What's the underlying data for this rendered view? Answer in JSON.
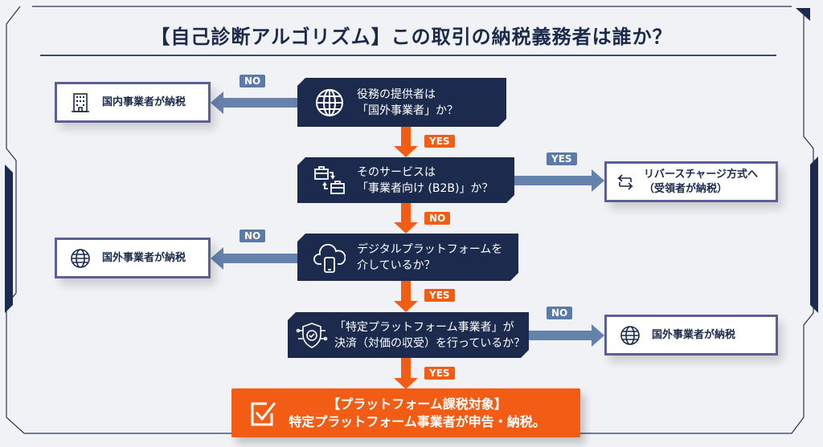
{
  "title": "【自己診断アルゴリズム】この取引の納税義務者は誰か？",
  "questions": [
    {
      "line1": "役務の提供者は",
      "line2": "「国外事業者」か？",
      "icon": "globe-icon"
    },
    {
      "line1": "そのサービスは",
      "line2": "「事業者向け (B2B)」か？",
      "icon": "briefcase-exchange-icon"
    },
    {
      "line1": "デジタルプラットフォームを",
      "line2": "介しているか？",
      "icon": "cloud-phone-icon"
    },
    {
      "line1": "「特定プラットフォーム事業者」が",
      "line2": "決済（対価の収受）を行っているか？",
      "icon": "shield-check-icon"
    }
  ],
  "results": [
    {
      "text": "国内事業者が納税",
      "icon": "building-icon"
    },
    {
      "line1": "リバースチャージ方式へ",
      "line2": "（受領者が納税）",
      "icon": "exchange-arrows-icon"
    },
    {
      "text": "国外事業者が納税",
      "icon": "globe-icon"
    },
    {
      "text": "国外事業者が納税",
      "icon": "globe-icon"
    }
  ],
  "labels": {
    "no1": "NO",
    "yes1": "YES",
    "yes_b2b": "YES",
    "no2": "NO",
    "no3": "NO",
    "yes3": "YES",
    "no4": "NO",
    "yes4": "YES"
  },
  "final": {
    "line1": "【プラットフォーム課税対象】",
    "line2": "特定プラットフォーム事業者が申告・納税。",
    "icon": "checkbox-icon"
  },
  "colors": {
    "navy": "#1c2b4d",
    "orange": "#f25c14",
    "arrow_blue": "#6582ad",
    "result_border": "#5a5f95"
  }
}
